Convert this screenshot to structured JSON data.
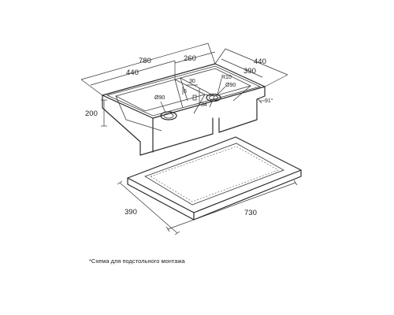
{
  "sink": {
    "dim_total_length": "780",
    "dim_large_bowl_length": "440",
    "dim_small_bowl_length": "260",
    "dim_width": "440",
    "dim_inner_width": "390",
    "dim_depth": "200",
    "dim_offset_30": "30",
    "dim_offset_34": "34",
    "dim_drain_large": "Ø90",
    "dim_drain_small": "Ø90",
    "dim_radius": "R10",
    "dim_angle": "91°",
    "dim_small_6": "6"
  },
  "cutout": {
    "dim_length": "730",
    "dim_width": "390"
  },
  "footnote": "*Схема для подстольного монтажа"
}
